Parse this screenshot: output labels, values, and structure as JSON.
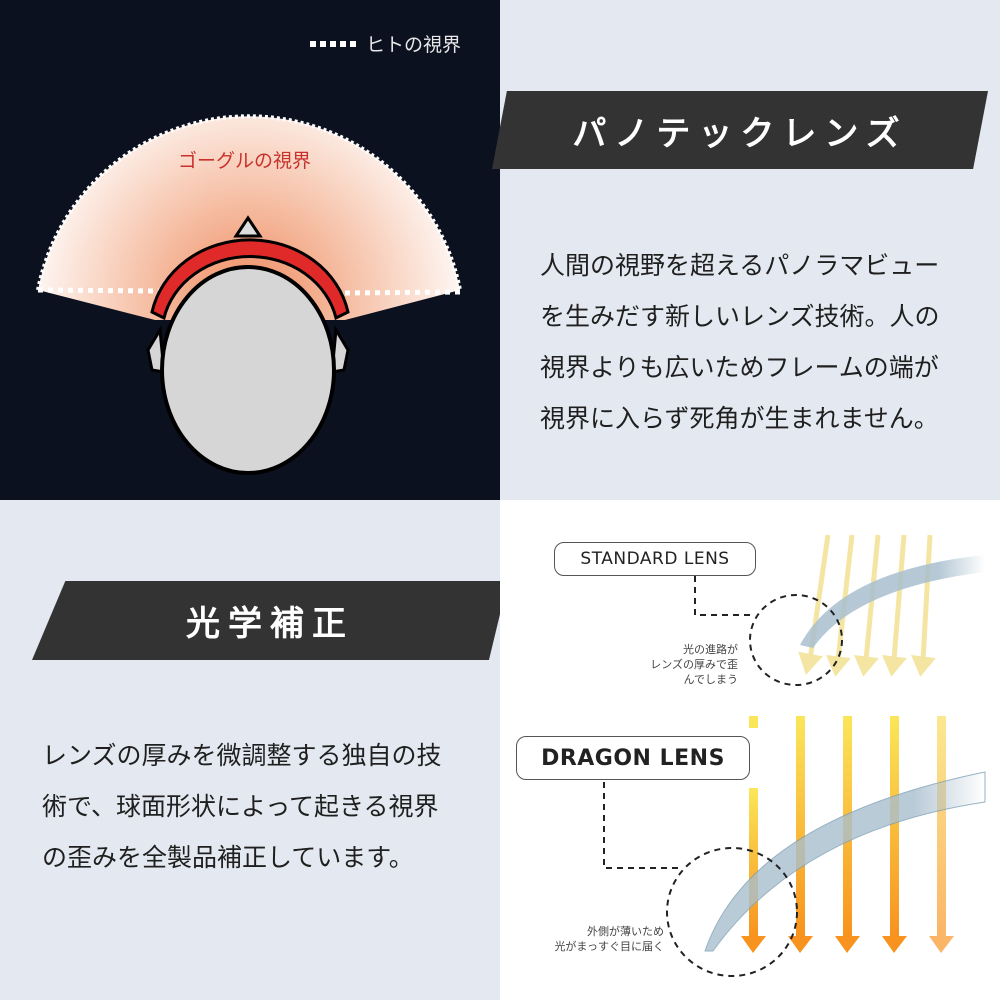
{
  "panoramic": {
    "legend_label": "ヒトの視界",
    "goggle_label": "ゴーグルの視界",
    "title": "パノテックレンズ",
    "description_lines": [
      "人間の視野を超えるパノラマビュー",
      "を生みだす新しいレンズ技術。人の",
      "視界よりも広いためフレームの端が",
      "視界に入らず死角が生まれません。"
    ],
    "colors": {
      "background": "#0c1120",
      "goggle_strap": "#e02a2a",
      "field_glow": "#f3a98a"
    }
  },
  "optical": {
    "title": "光学補正",
    "description_lines": [
      "レンズの厚みを微調整する独自の技",
      "術で、球面形状によって起きる視界",
      "の歪みを全製品補正しています。"
    ],
    "standard_lens": {
      "label": "STANDARD LENS",
      "note_lines": [
        "光の進路が",
        "レンズの厚みで歪んでしまう"
      ]
    },
    "dragon_lens": {
      "label": "DRAGON LENS",
      "note_lines": [
        "外側が薄いため",
        "光がまっすぐ目に届く"
      ]
    },
    "colors": {
      "standard_ray": "#f3e39a",
      "dragon_ray": "#f7931e",
      "lens": "#9fb8c9"
    }
  }
}
